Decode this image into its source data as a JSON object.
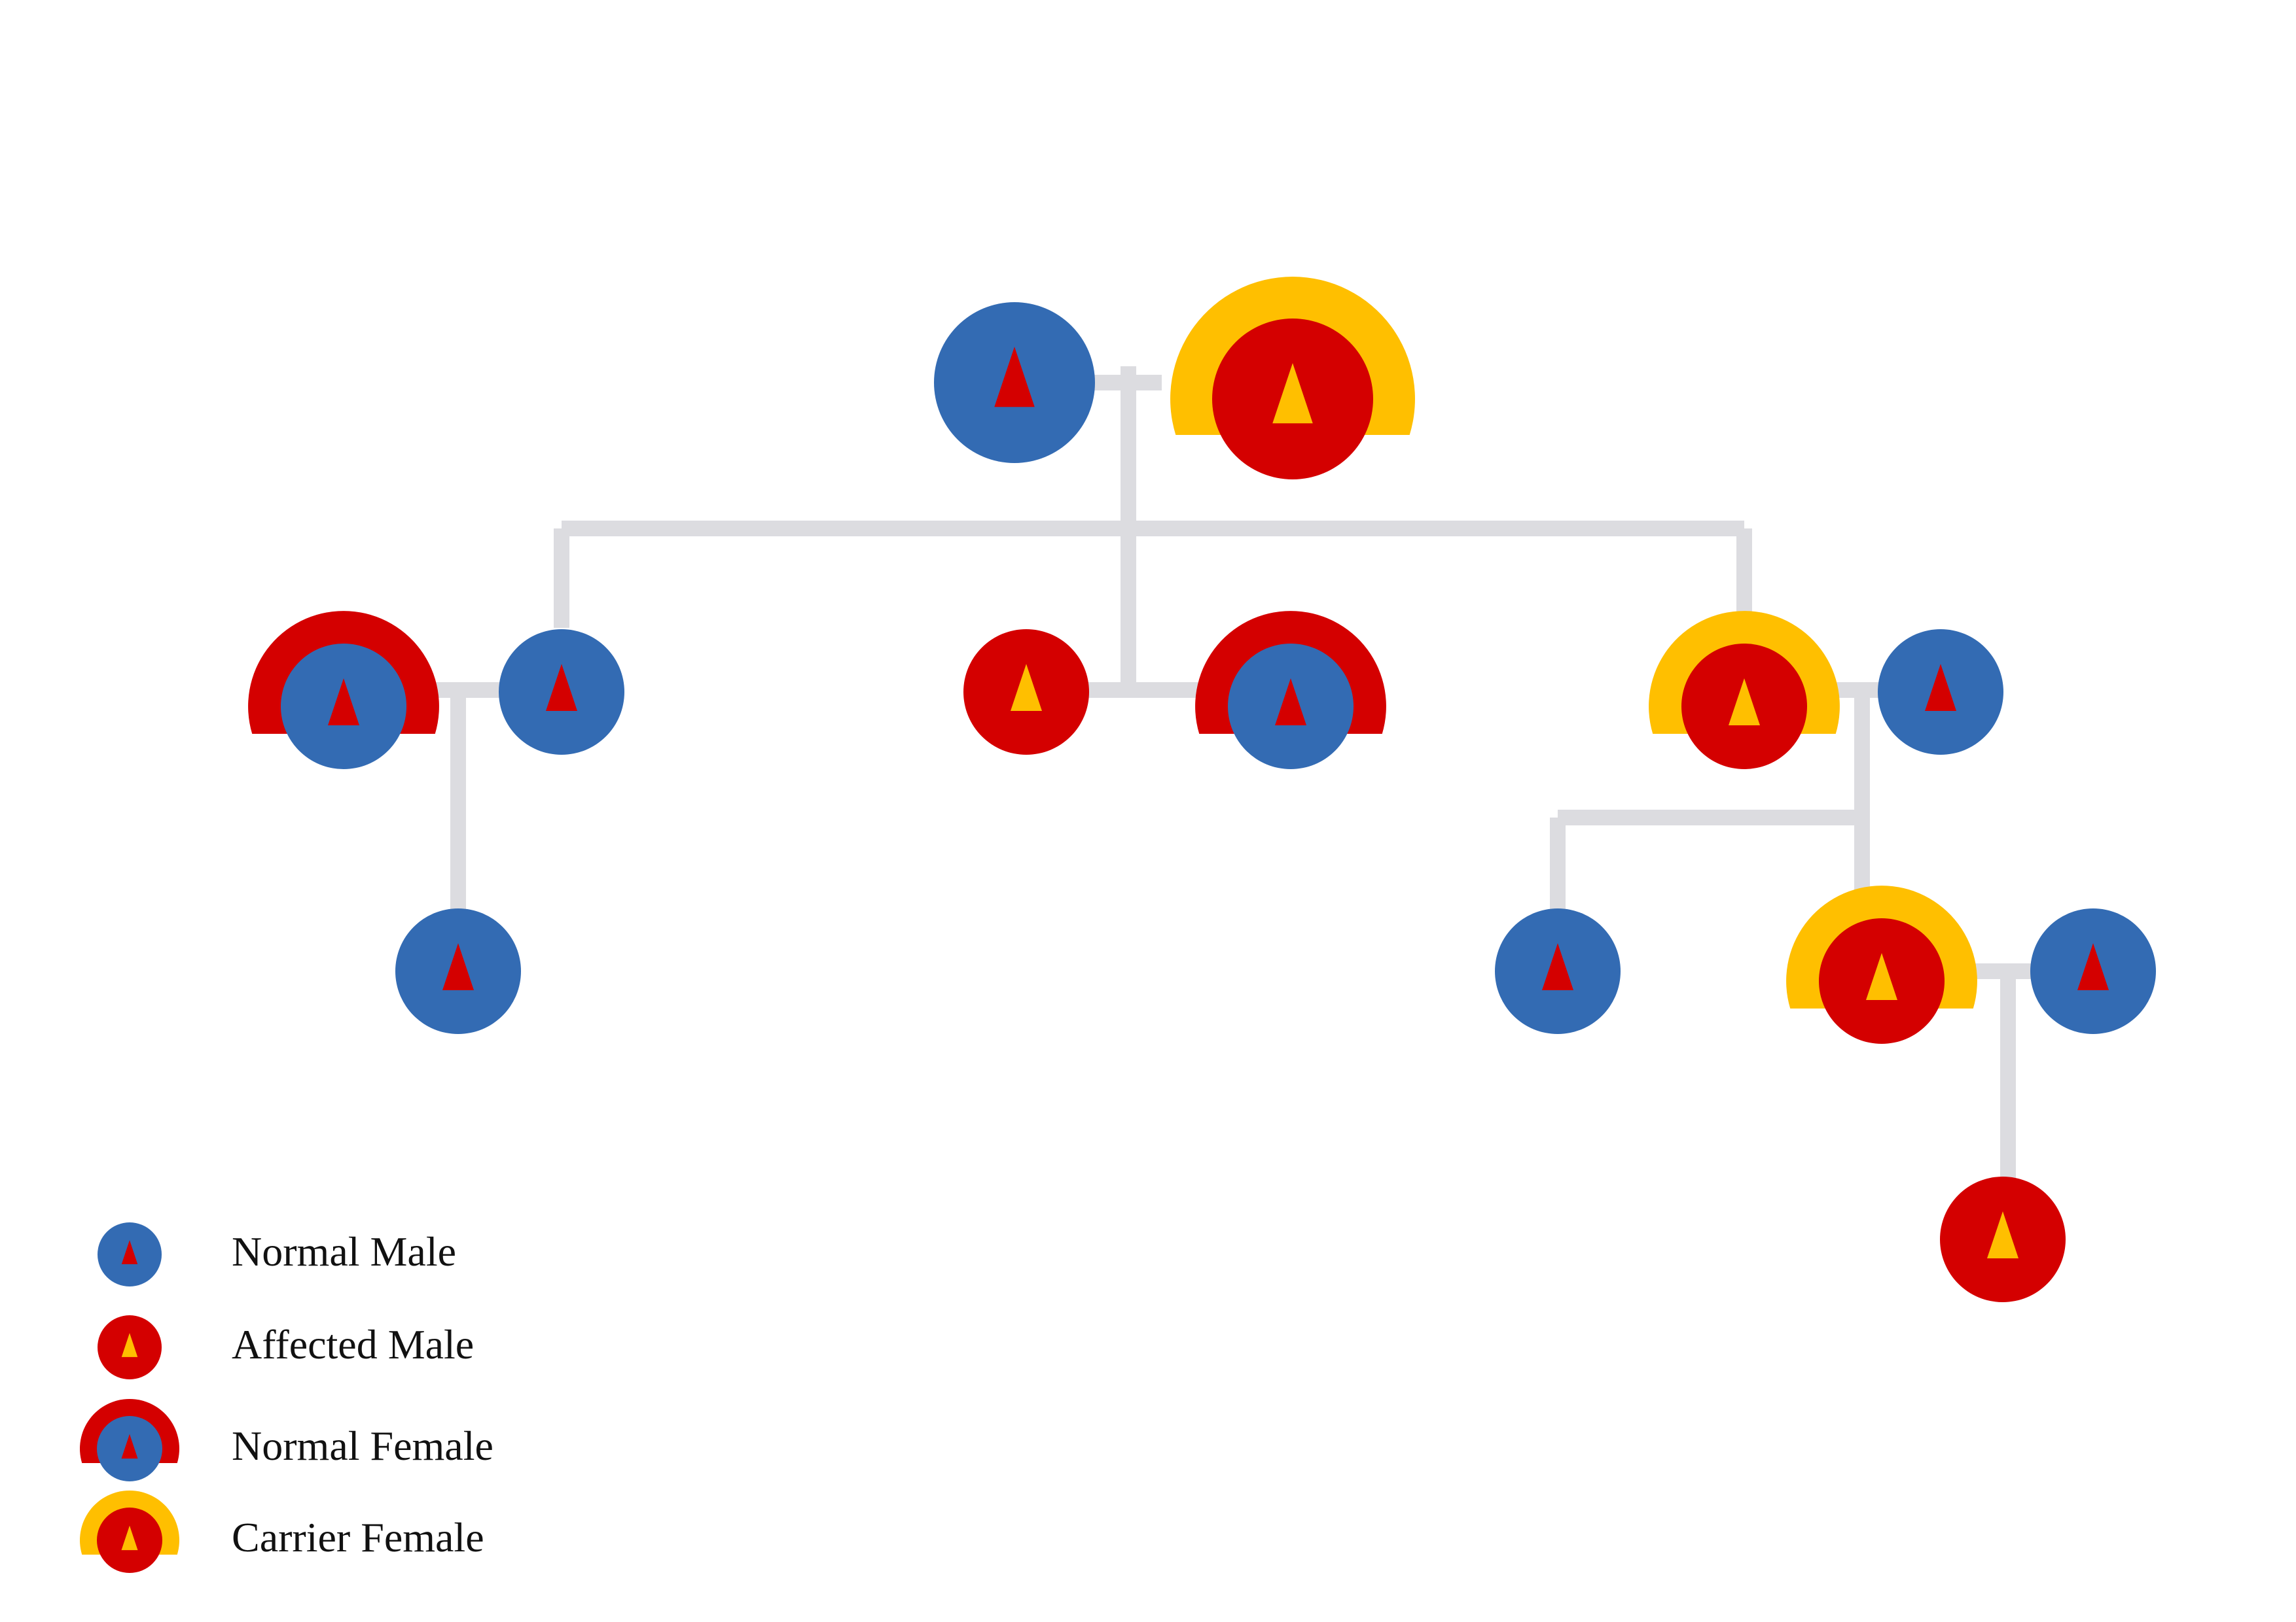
{
  "colors": {
    "blue": "#336BB3",
    "red": "#D40000",
    "yellow": "#FFBF00",
    "connector": "#DCDCE0",
    "background": "#FFFFFF"
  },
  "symbol_types": {
    "normal_male": {
      "shape": "circle",
      "fill": "blue",
      "marker": "red",
      "arc": null
    },
    "affected_male": {
      "shape": "circle",
      "fill": "red",
      "marker": "yellow",
      "arc": null
    },
    "normal_female": {
      "shape": "circle-with-arc",
      "fill": "blue",
      "marker": "red",
      "arc": "red"
    },
    "carrier_female": {
      "shape": "circle-with-arc",
      "fill": "red",
      "marker": "yellow",
      "arc": "yellow"
    }
  },
  "pedigree": {
    "generations": [
      {
        "id": "gen-1",
        "members": [
          "normal_male",
          "carrier_female"
        ]
      },
      {
        "id": "gen-2",
        "members": [
          "normal_female",
          "normal_male",
          "affected_male",
          "normal_female",
          "carrier_female",
          "normal_male"
        ]
      },
      {
        "id": "gen-3",
        "members": [
          "normal_male",
          "normal_male",
          "carrier_female",
          "normal_male"
        ]
      },
      {
        "id": "gen-4",
        "members": [
          "affected_male"
        ]
      }
    ]
  },
  "legend": {
    "items": [
      {
        "type": "normal_male",
        "label": "Normal Male"
      },
      {
        "type": "affected_male",
        "label": "Affected Male"
      },
      {
        "type": "normal_female",
        "label": "Normal Female"
      },
      {
        "type": "carrier_female",
        "label": "Carrier Female"
      }
    ]
  }
}
